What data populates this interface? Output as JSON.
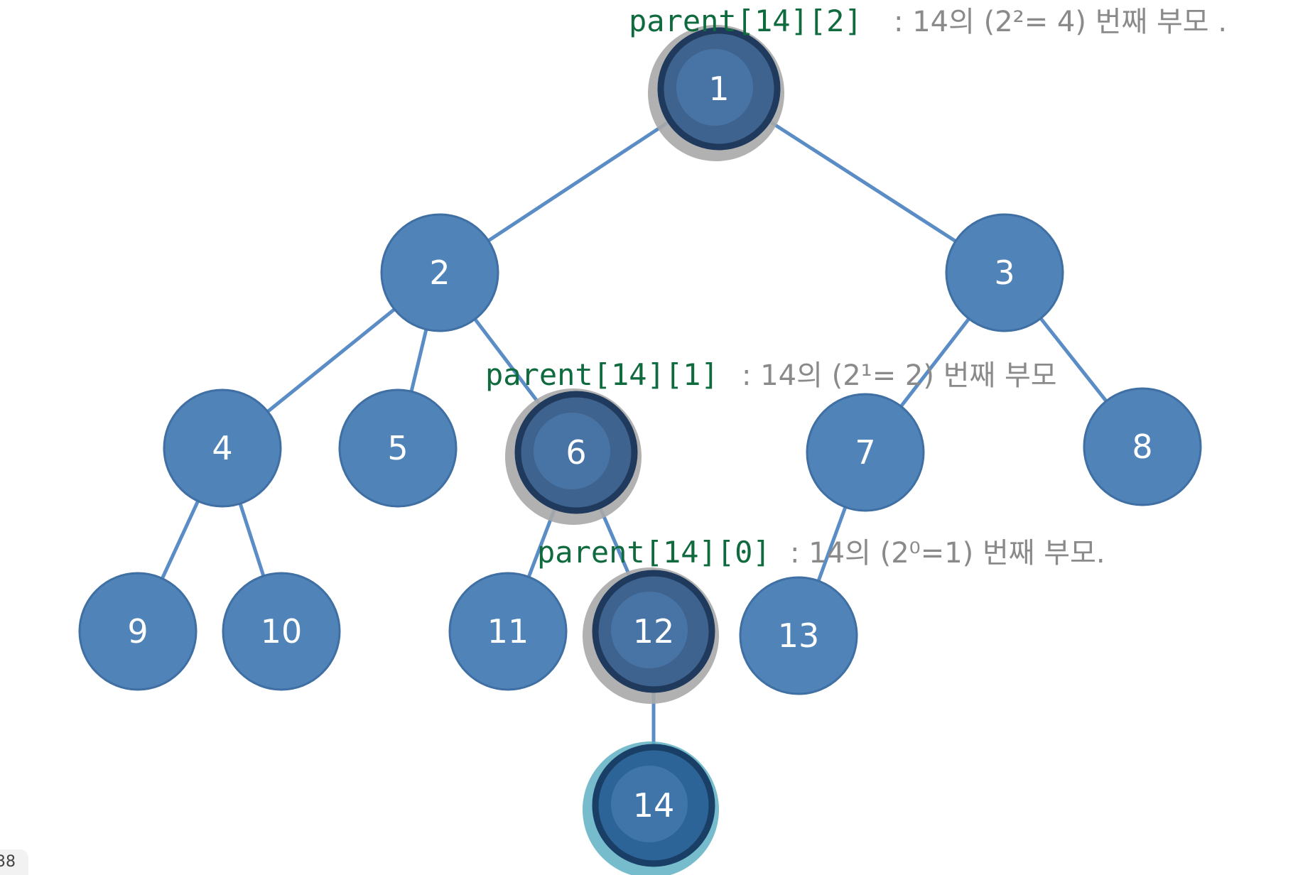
{
  "diagram": {
    "nodes": [
      {
        "id": "1",
        "label": "1",
        "state": "highlighted"
      },
      {
        "id": "2",
        "label": "2",
        "state": "normal"
      },
      {
        "id": "3",
        "label": "3",
        "state": "normal"
      },
      {
        "id": "4",
        "label": "4",
        "state": "normal"
      },
      {
        "id": "5",
        "label": "5",
        "state": "normal"
      },
      {
        "id": "6",
        "label": "6",
        "state": "highlighted"
      },
      {
        "id": "7",
        "label": "7",
        "state": "normal"
      },
      {
        "id": "8",
        "label": "8",
        "state": "normal"
      },
      {
        "id": "9",
        "label": "9",
        "state": "normal"
      },
      {
        "id": "10",
        "label": "10",
        "state": "normal"
      },
      {
        "id": "11",
        "label": "11",
        "state": "normal"
      },
      {
        "id": "12",
        "label": "12",
        "state": "highlighted"
      },
      {
        "id": "13",
        "label": "13",
        "state": "normal"
      },
      {
        "id": "14",
        "label": "14",
        "state": "target"
      }
    ],
    "edges": [
      [
        "1",
        "2"
      ],
      [
        "1",
        "3"
      ],
      [
        "2",
        "4"
      ],
      [
        "2",
        "5"
      ],
      [
        "2",
        "6"
      ],
      [
        "3",
        "7"
      ],
      [
        "3",
        "8"
      ],
      [
        "4",
        "9"
      ],
      [
        "4",
        "10"
      ],
      [
        "6",
        "11"
      ],
      [
        "6",
        "12"
      ],
      [
        "7",
        "13"
      ],
      [
        "12",
        "14"
      ]
    ],
    "annotations": [
      {
        "code": "parent[14][2]",
        "note": ": 14의 (2²= 4) 번째 부모 ."
      },
      {
        "code": "parent[14][1]",
        "note": ": 14의 (2¹= 2) 번째 부모"
      },
      {
        "code": "parent[14][0]",
        "note": ": 14의 (2⁰=1) 번째 부모."
      }
    ],
    "corner_text": "38"
  },
  "colors": {
    "node_fill": "#5083b8",
    "node_stroke": "#3f6fa3",
    "edge": "#5a8cc5",
    "highlight_fill": "#3f638f",
    "highlight_stroke": "#1f3a5c",
    "highlight_halo": "#a9a9a9",
    "target_fill": "#2d6498",
    "target_stroke": "#1a3f66",
    "target_halo": "#5fb0c4",
    "annotation_code": "#0f6a3e",
    "annotation_note": "#8a8a8a"
  }
}
